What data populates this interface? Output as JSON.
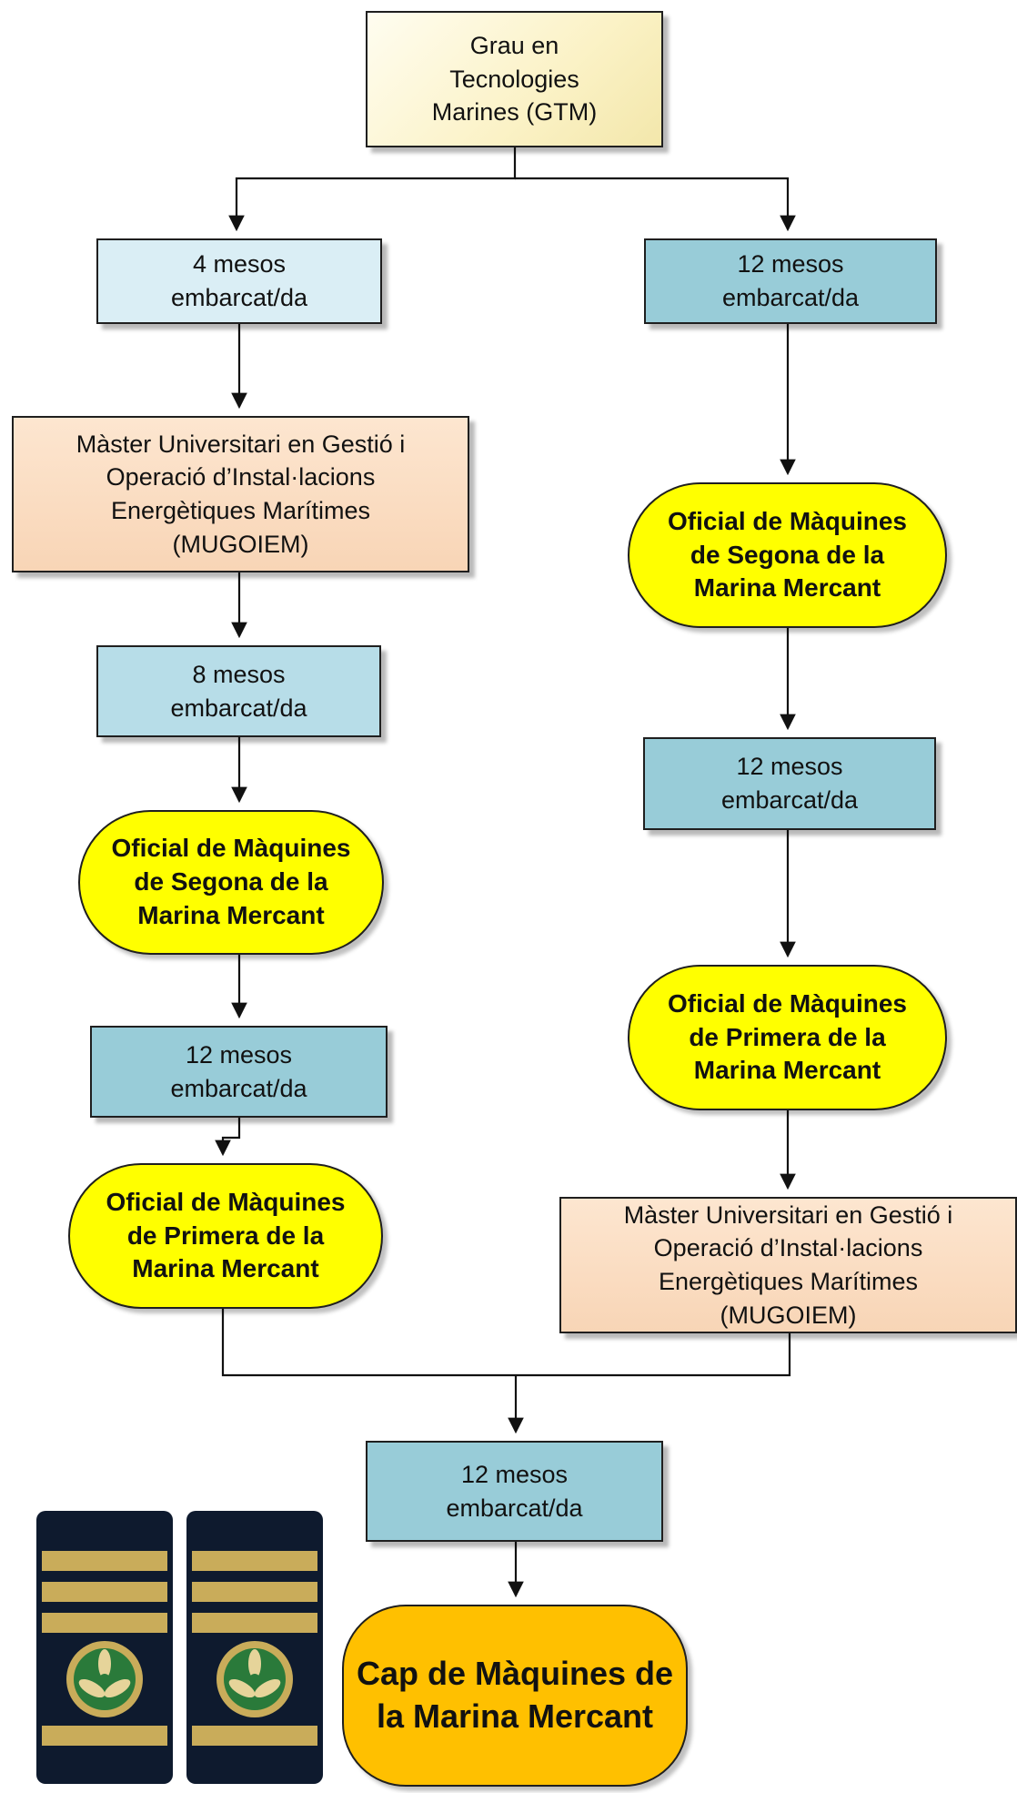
{
  "diagram": {
    "nodes": {
      "gtm": {
        "text": "Grau en\nTecnologies\nMarines (GTM)",
        "fill": "#fbf2c6"
      },
      "left_4m": {
        "text": "4 mesos\nembarcat/da",
        "fill": "#daeef5"
      },
      "right_12m_a": {
        "text": "12 mesos\nembarcat/da",
        "fill": "#98ccd8"
      },
      "left_master": {
        "text": "Màster Universitari en Gestió i\nOperació d’Instal·lacions\nEnergètiques Marítimes\n(MUGOIEM)",
        "fill": "#f8d5b6"
      },
      "right_segona": {
        "text": "Oficial de Màquines\nde Segona de la\nMarina Mercant",
        "fill": "#ffff00"
      },
      "left_8m": {
        "text": "8 mesos\nembarcat/da",
        "fill": "#b7dde8"
      },
      "right_12m_b": {
        "text": "12 mesos\nembarcat/da",
        "fill": "#98ccd8"
      },
      "left_segona": {
        "text": "Oficial de Màquines\nde Segona de la\nMarina Mercant",
        "fill": "#ffff00"
      },
      "right_primera": {
        "text": "Oficial de Màquines\nde Primera de la\nMarina Mercant",
        "fill": "#ffff00"
      },
      "left_12m": {
        "text": "12 mesos\nembarcat/da",
        "fill": "#98ccd8"
      },
      "right_master": {
        "text": "Màster Universitari en Gestió i\nOperació d’Instal·lacions\nEnergètiques Marítimes\n(MUGOIEM)",
        "fill": "#f8d5b6"
      },
      "left_primera": {
        "text": "Oficial de Màquines\nde Primera de la\nMarina Mercant",
        "fill": "#ffff00"
      },
      "bottom_12m": {
        "text": "12 mesos\nembarcat/da",
        "fill": "#98ccd8"
      },
      "cap": {
        "text": "Cap de Màquines de\nla Marina Mercant",
        "fill": "#ffc000"
      }
    },
    "edges": [
      [
        "gtm",
        "left_4m"
      ],
      [
        "gtm",
        "right_12m_a"
      ],
      [
        "left_4m",
        "left_master"
      ],
      [
        "left_master",
        "left_8m"
      ],
      [
        "left_8m",
        "left_segona"
      ],
      [
        "left_segona",
        "left_12m"
      ],
      [
        "left_12m",
        "left_primera"
      ],
      [
        "right_12m_a",
        "right_segona"
      ],
      [
        "right_segona",
        "right_12m_b"
      ],
      [
        "right_12m_b",
        "right_primera"
      ],
      [
        "right_primera",
        "right_master"
      ],
      [
        "left_primera",
        "bottom_12m"
      ],
      [
        "right_master",
        "bottom_12m"
      ],
      [
        "bottom_12m",
        "cap"
      ]
    ],
    "colors": {
      "line": "#111111",
      "insignia_cloth": "#0e1a2e",
      "insignia_stripe": "#c9ac5a",
      "insignia_emblem": "#2a7a3a"
    },
    "insignia_icon": "chief-engineer-shoulder-insignia"
  }
}
